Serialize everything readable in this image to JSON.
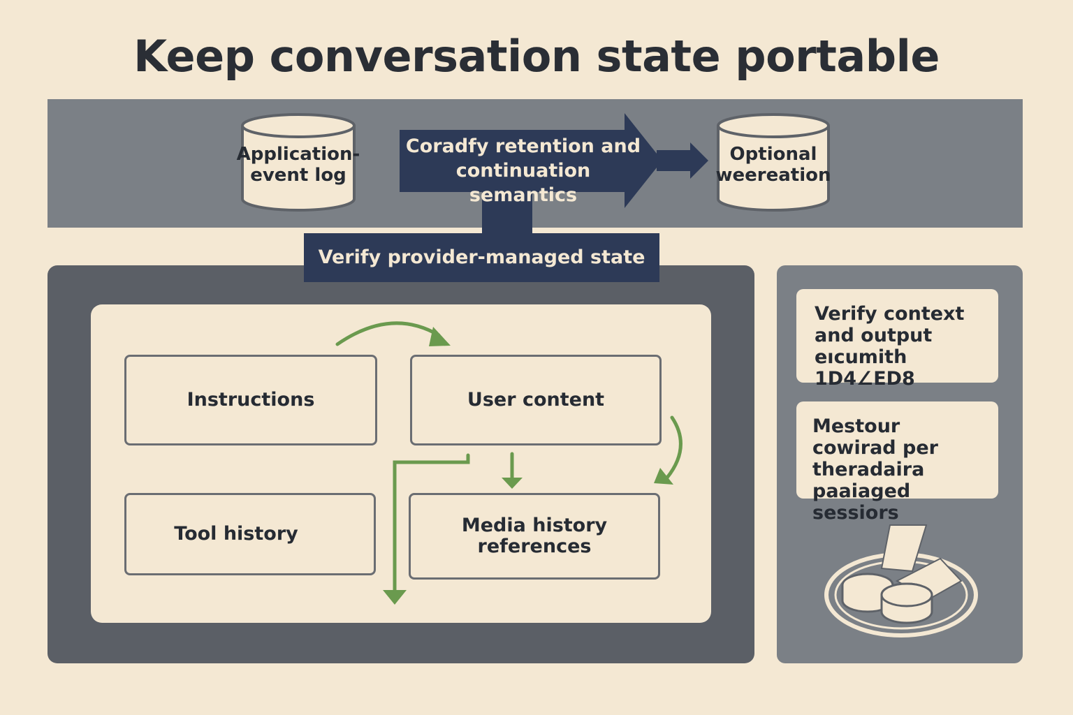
{
  "title": "Keep conversation state portable",
  "top_band": {
    "left_store": "Application-\nevent log",
    "arrow_label": "Coradfy retention and continuation semantics",
    "right_store": "Optional\nweereation"
  },
  "verify_box": "Verify provider-managed state",
  "main_panel": {
    "nodes": {
      "instructions": "Instructions",
      "user_content": "User content",
      "tool_history": "Tool history",
      "media_history": "Media history\nreferences"
    }
  },
  "side_panel": {
    "cards": [
      "Verify context and output eıcumith 1D4∠ED8",
      "Mestour cowirad per theradaira paaiaged sessiors"
    ],
    "icon": "plate-of-stones-icon"
  },
  "colors": {
    "background": "#f4e8d3",
    "band": "#7b8086",
    "panel": "#5b5f66",
    "navy": "#2d3a57",
    "green_arrow": "#6a9a4e"
  }
}
